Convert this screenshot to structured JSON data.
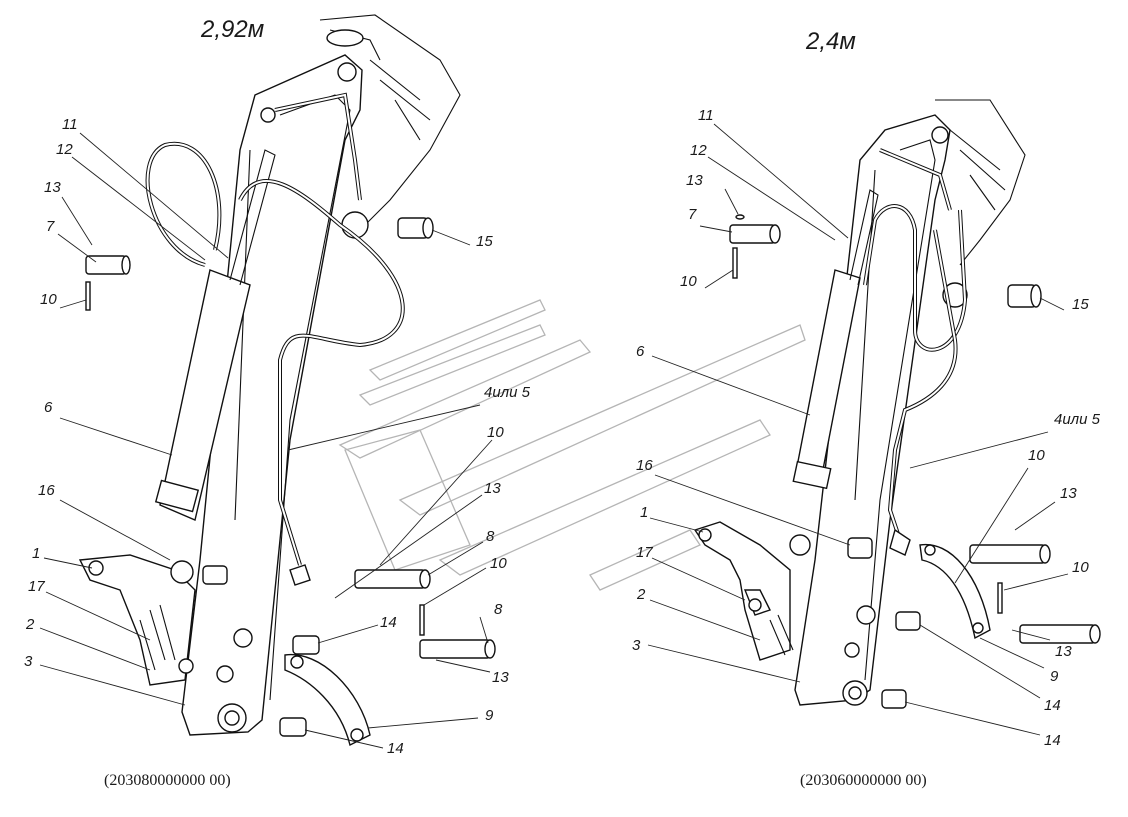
{
  "left_assembly": {
    "title": "2,92м",
    "caption": "(203080000000 00)",
    "labels": {
      "p11": "11",
      "p12": "12",
      "p13a": "13",
      "p7": "7",
      "p10a": "10",
      "p15": "15",
      "p6": "6",
      "p4or5": "4или 5",
      "p10b": "10",
      "p13b": "13",
      "p16": "16",
      "p8a": "8",
      "p10c": "10",
      "p1": "1",
      "p17": "17",
      "p14a": "14",
      "p8b": "8",
      "p2": "2",
      "p13c": "13",
      "p3": "3",
      "p9": "9",
      "p14b": "14"
    }
  },
  "right_assembly": {
    "title": "2,4м",
    "caption": "(203060000000 00)",
    "labels": {
      "p11": "11",
      "p12": "12",
      "p13a": "13",
      "p7": "7",
      "p10a": "10",
      "p15": "15",
      "p6": "6",
      "p4or5": "4или 5",
      "p10b": "10",
      "p16": "16",
      "p13b": "13",
      "p1": "1",
      "p17": "17",
      "p10c": "10",
      "p2": "2",
      "p13c": "13",
      "p3": "3",
      "p9": "9",
      "p14a": "14",
      "p14b": "14"
    }
  }
}
